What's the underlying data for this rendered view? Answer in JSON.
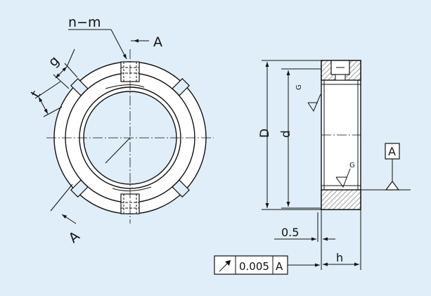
{
  "background_color": "#dfeef8",
  "hatch_color": "#a8a8a8",
  "left_view": {
    "thread_label": "n−m",
    "section_label_top": "A",
    "section_label_bottom": "A",
    "dim_g": "g",
    "dim_t": "t"
  },
  "right_view": {
    "dim_D": "D",
    "dim_d": "d",
    "surface_G_top": "G",
    "surface_G_bottom": "G",
    "datum_label": "A",
    "dim_offset": "0.5",
    "dim_h": "h",
    "tolerance": {
      "symbol": "circular-runout-arrow",
      "value": "0.005",
      "datum": "A"
    }
  }
}
